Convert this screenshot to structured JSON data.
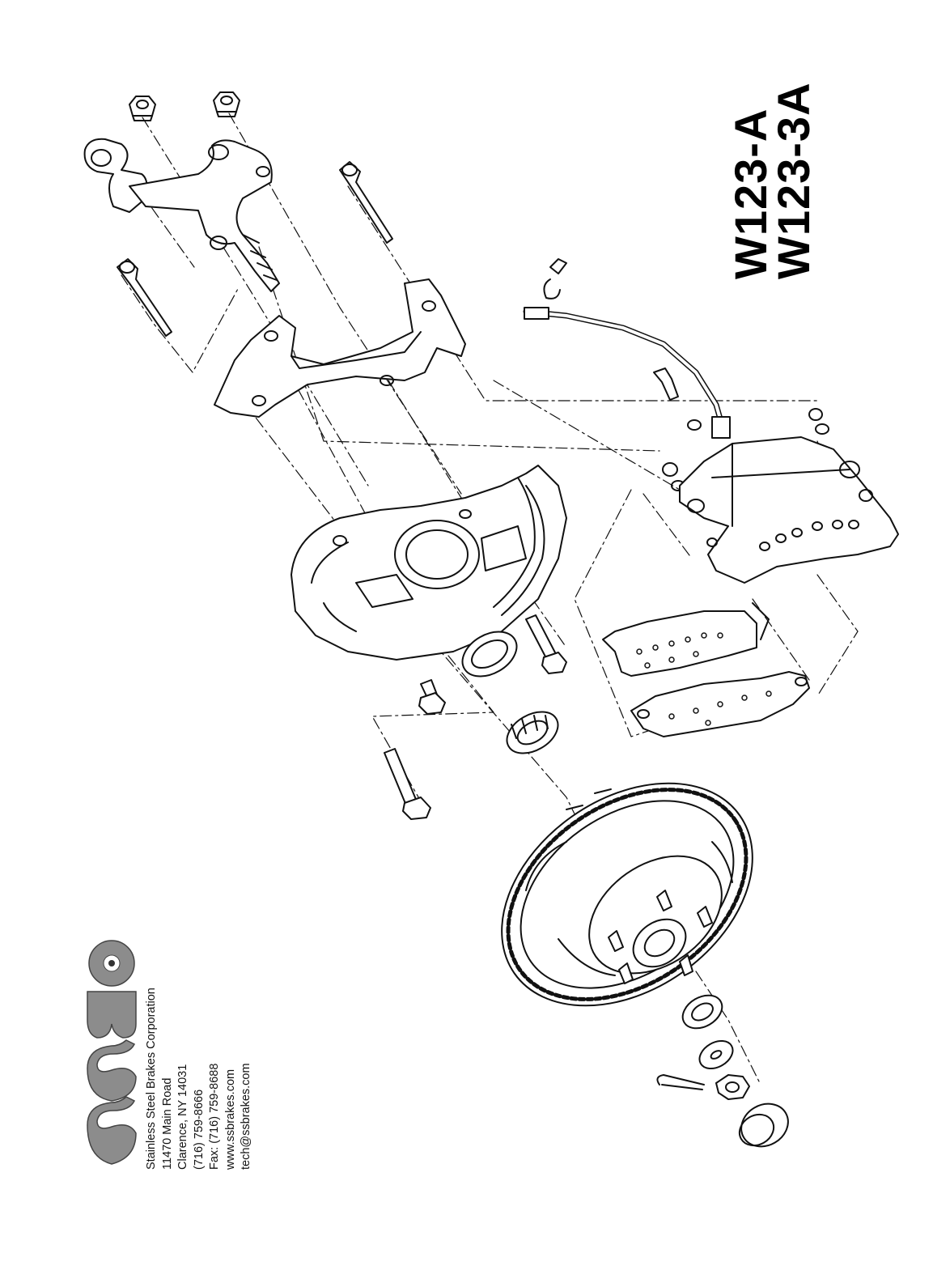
{
  "part_numbers": [
    "W123-A",
    "W123-3A"
  ],
  "company": {
    "logo_text": "SSBC",
    "name": "Stainless Steel Brakes Corporation",
    "address": "11470 Main Road",
    "city": "Clarence, NY  14031",
    "phone": "(716) 759-8666",
    "fax": "Fax: (716) 759-8688",
    "web": "www.ssbrakes.com",
    "email": "tech@ssbrakes.com"
  },
  "colors": {
    "ink": "#111111",
    "paper": "#ffffff",
    "logo_metal": "#9a9a9a"
  },
  "components": [
    "spindle-knuckle-icon",
    "lug-nut-icon",
    "caliper-bolt-icon",
    "caliper-bracket-icon",
    "brake-hose-icon",
    "retaining-clip-icon",
    "bleeder-screw-icon",
    "caliper-icon",
    "dust-shield-icon",
    "grease-seal-icon",
    "inner-bearing-icon",
    "brake-pad-icon",
    "rotor-hub-icon",
    "outer-bearing-icon",
    "washer-icon",
    "castle-nut-icon",
    "cotter-pin-icon",
    "dust-cap-icon"
  ]
}
